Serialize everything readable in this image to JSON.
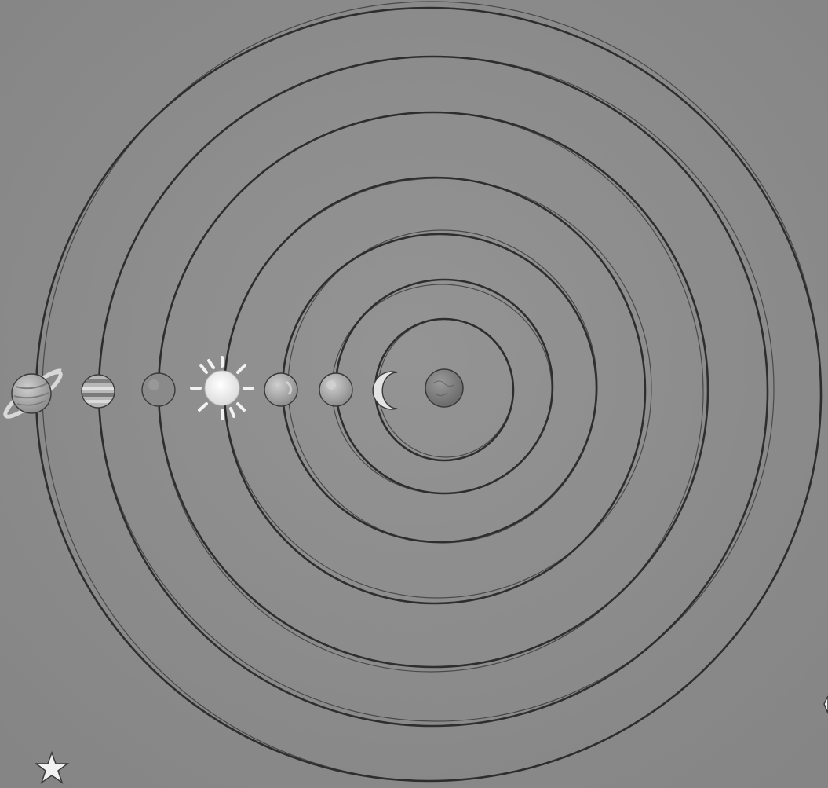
{
  "illustration": {
    "subject": "geocentric-cosmos-drawing",
    "colors": {
      "paper": "#8f8f8f",
      "ink": "#2f2f2f",
      "sun": "#ececec",
      "moon": "#e2e2e2",
      "earth": "#7a7a7a",
      "planet_light": "#bdbdbd",
      "planet_mid": "#9c9c9c",
      "star": "#f1f1f1"
    },
    "orbit_count": 7,
    "bodies": [
      {
        "name": "earth",
        "icon": "earth-icon"
      },
      {
        "name": "moon",
        "icon": "crescent-moon-icon"
      },
      {
        "name": "mercury",
        "icon": "planet-icon"
      },
      {
        "name": "venus",
        "icon": "planet-icon"
      },
      {
        "name": "sun",
        "icon": "sun-icon"
      },
      {
        "name": "mars",
        "icon": "planet-icon"
      },
      {
        "name": "jupiter",
        "icon": "striped-planet-icon"
      },
      {
        "name": "saturn",
        "icon": "ringed-planet-icon"
      }
    ],
    "decorations": [
      {
        "name": "star",
        "icon": "star-icon"
      },
      {
        "name": "star",
        "icon": "star-icon"
      }
    ]
  }
}
